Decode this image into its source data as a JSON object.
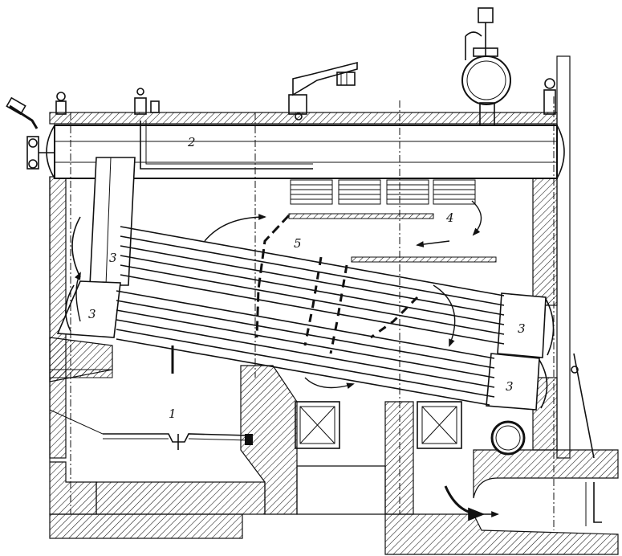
{
  "diagram": {
    "labels": {
      "grate": "1",
      "drum": "2",
      "header_upper_left": "3",
      "header_lower_left": "3",
      "header_upper_right": "3",
      "header_lower_right": "3",
      "superheater": "4",
      "baffle": "5"
    },
    "colors": {
      "ink": "#111111",
      "paper": "#ffffff"
    }
  }
}
